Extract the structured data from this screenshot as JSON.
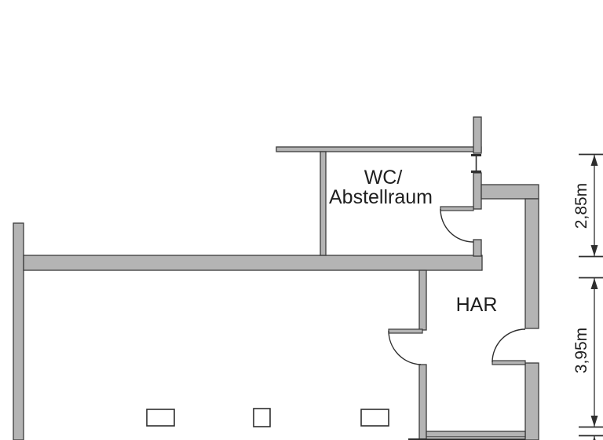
{
  "rooms": {
    "wc": {
      "label_line1": "WC/",
      "label_line2": "Abstellraum"
    },
    "har": {
      "label": "HAR"
    }
  },
  "dimensions": {
    "dim1": {
      "label": "2,85m"
    },
    "dim2": {
      "label": "3,95m"
    }
  },
  "colors": {
    "background": "#ffffff",
    "wall-fill": "#b4b4b4",
    "wall-stroke": "#3b3b3b",
    "line": "#2e2e2e",
    "text": "#1f1f1f"
  }
}
